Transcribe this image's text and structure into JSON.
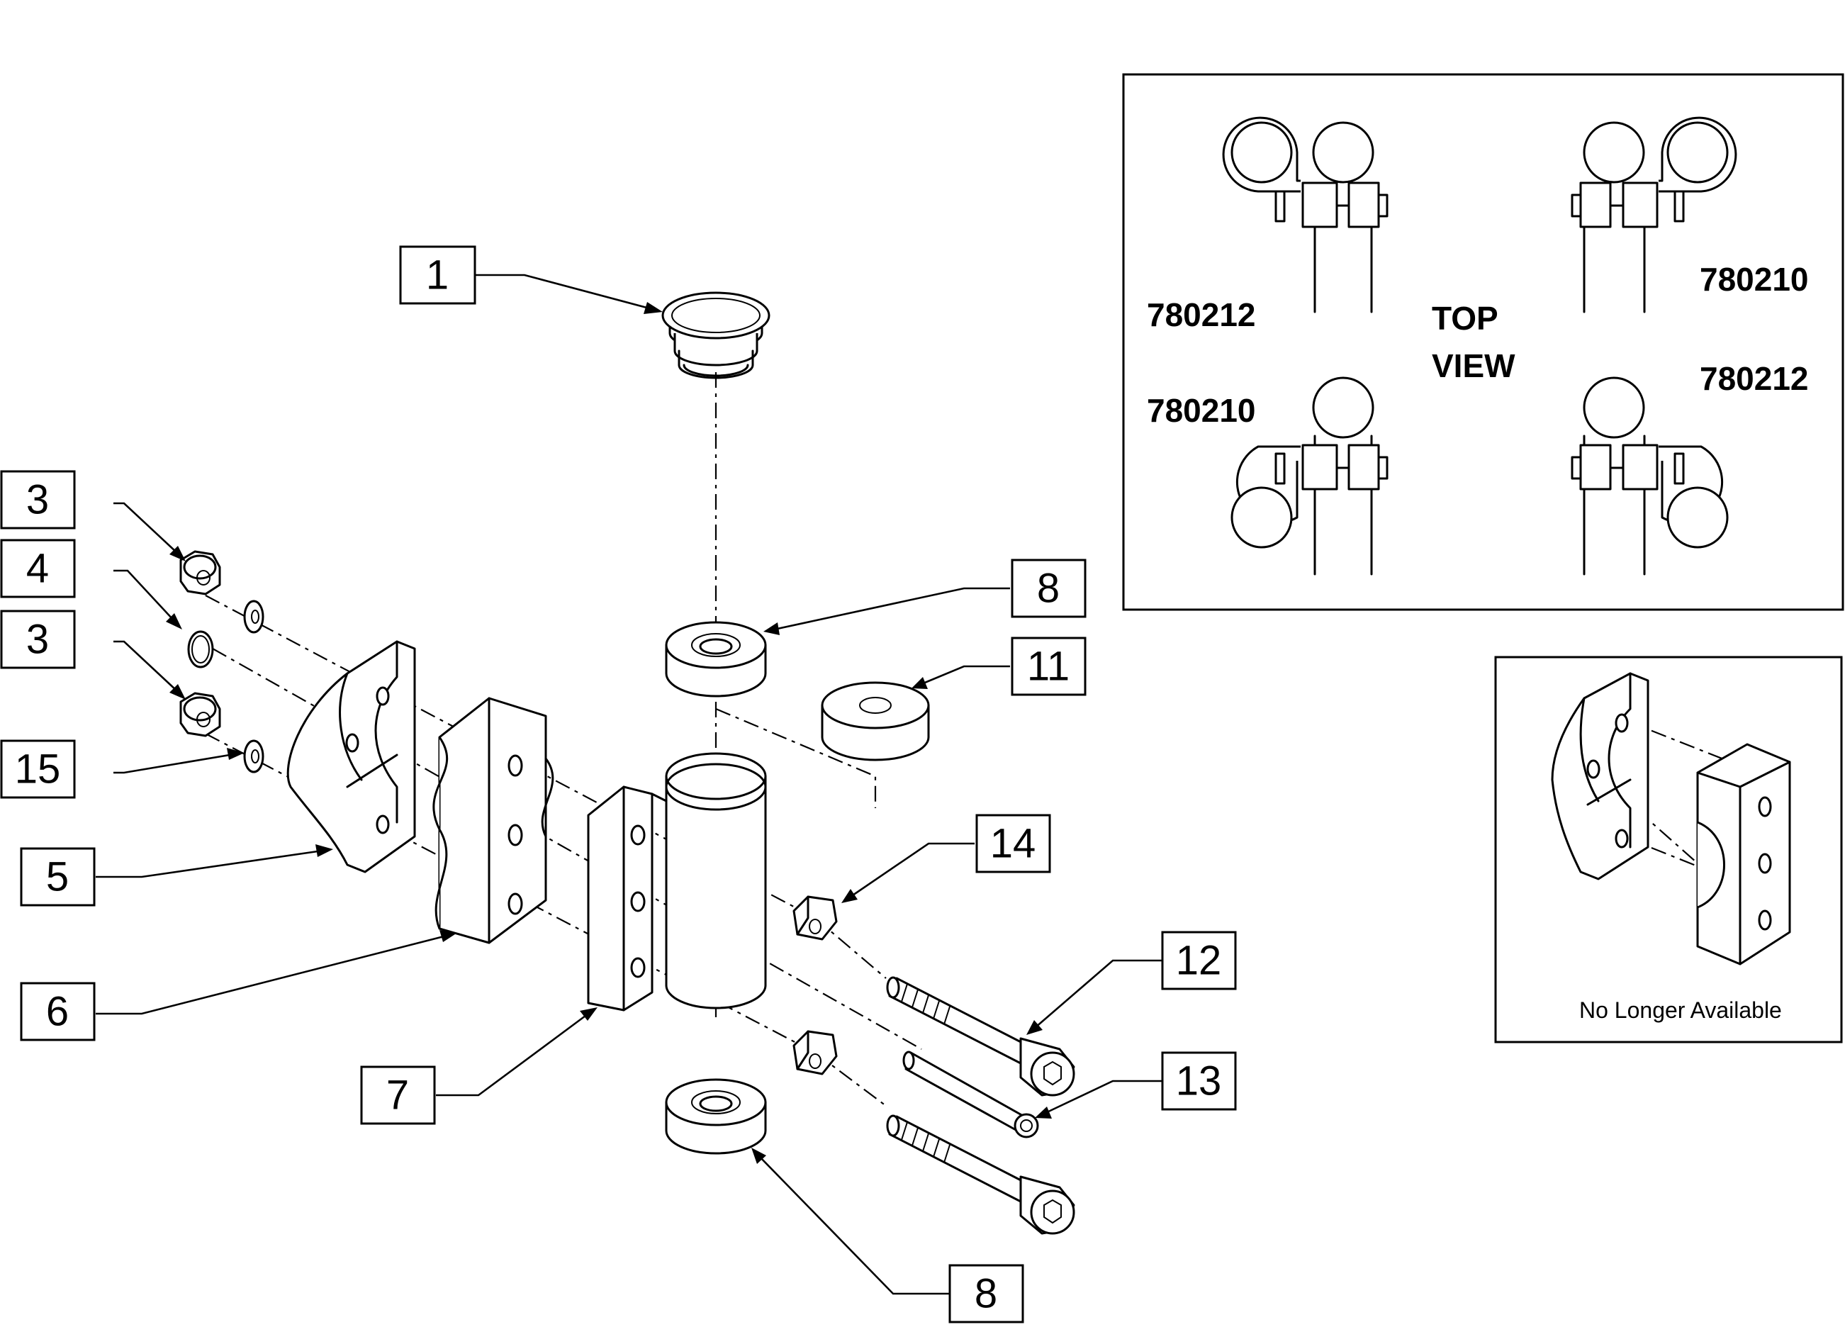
{
  "callouts": {
    "c1": "1",
    "c3a": "3",
    "c4": "4",
    "c3b": "3",
    "c15": "15",
    "c5": "5",
    "c6": "6",
    "c7": "7",
    "c8a": "8",
    "c11": "11",
    "c14": "14",
    "c12": "12",
    "c13": "13",
    "c8b": "8"
  },
  "top_view_panel": {
    "title_line1": "TOP",
    "title_line2": "VIEW",
    "part_upper_left": "780212",
    "part_upper_right": "780210",
    "part_lower_left": "780210",
    "part_lower_right": "780212"
  },
  "legacy_panel": {
    "caption": "No Longer Available"
  }
}
